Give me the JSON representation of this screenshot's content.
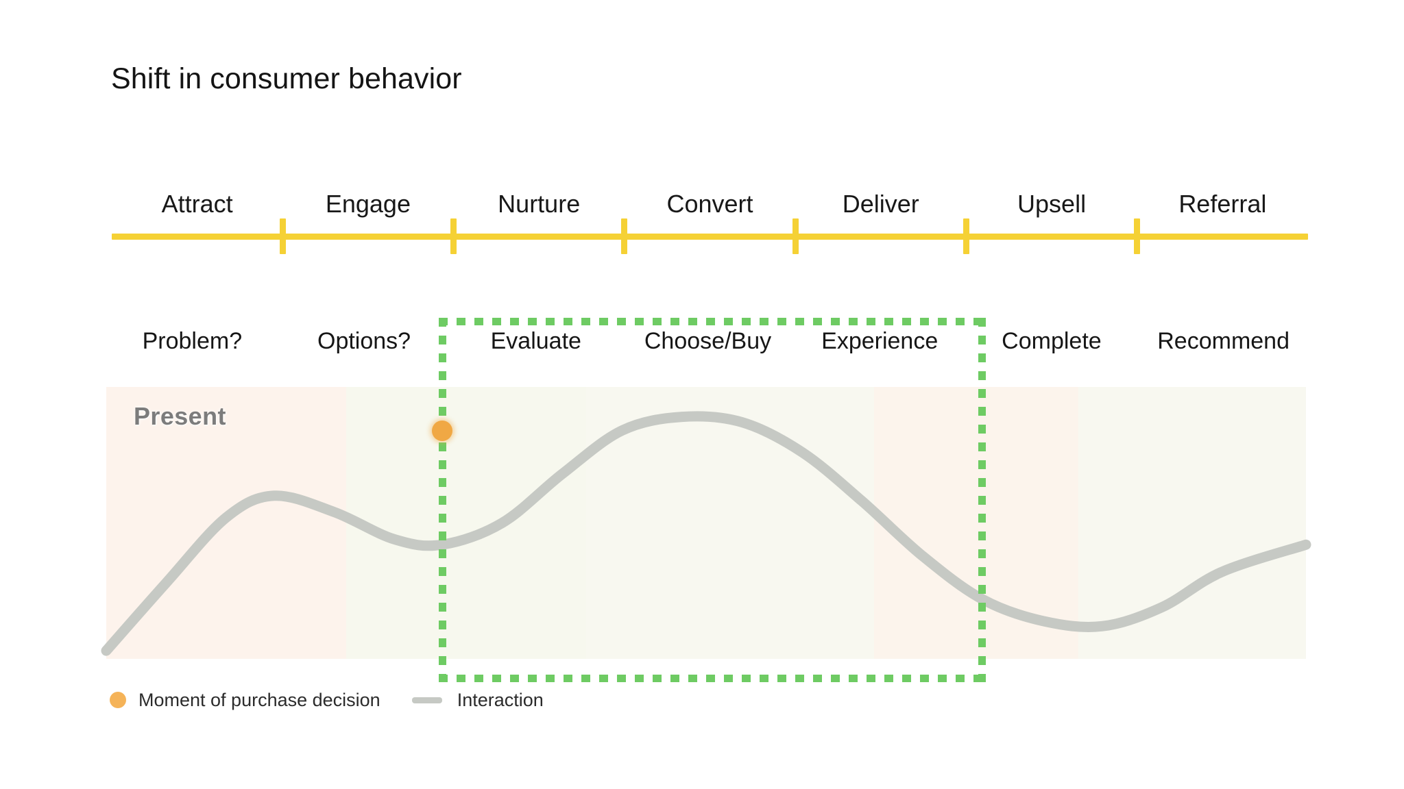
{
  "title": "Shift in consumer behavior",
  "funnel": {
    "axis_color": "#F5D135",
    "stages": [
      {
        "label": "Attract"
      },
      {
        "label": "Engage"
      },
      {
        "label": "Nurture"
      },
      {
        "label": "Convert"
      },
      {
        "label": "Deliver"
      },
      {
        "label": "Upsell"
      },
      {
        "label": "Referral"
      }
    ]
  },
  "journey": {
    "stages": [
      {
        "label": "Problem?"
      },
      {
        "label": "Options?"
      },
      {
        "label": "Evaluate"
      },
      {
        "label": "Choose/Buy"
      },
      {
        "label": "Experience"
      },
      {
        "label": "Complete"
      },
      {
        "label": "Recommend"
      }
    ]
  },
  "chart_annotation": {
    "present_label": "Present",
    "highlight_color": "#6ECB63"
  },
  "legend": {
    "purchase_label": "Moment of purchase decision",
    "purchase_color": "#F5B358",
    "interaction_label": "Interaction",
    "interaction_color": "#C6C9C4"
  },
  "chart_data": {
    "type": "line",
    "title": "Shift in consumer behavior",
    "xlabel": "",
    "ylabel": "Interaction",
    "grid": false,
    "legend_position": "bottom-left",
    "xlim": [
      0,
      100
    ],
    "ylim": [
      0,
      100
    ],
    "series": [
      {
        "name": "Interaction",
        "color": "#C6C9C4",
        "x": [
          0,
          5,
          10,
          14,
          19,
          24,
          28,
          33,
          38,
          43,
          48,
          53,
          58,
          63,
          68,
          73,
          78,
          83,
          88,
          93,
          100
        ],
        "y": [
          3,
          28,
          52,
          60,
          54,
          44,
          42,
          50,
          68,
          84,
          89,
          87,
          76,
          58,
          38,
          22,
          14,
          12,
          19,
          32,
          42
        ]
      }
    ],
    "markers": [
      {
        "name": "Moment of purchase decision",
        "x": 28,
        "y": 84,
        "color": "#F0A844"
      }
    ],
    "annotations": [
      {
        "text": "Present",
        "x": 2,
        "y": 93
      }
    ],
    "highlight_region": {
      "label": "Evaluate / Choose-Buy / Experience",
      "x_start": 28,
      "x_end": 73,
      "border_color": "#6ECB63",
      "border_style": "dotted"
    },
    "background_bands": [
      {
        "x_start": 0,
        "x_end": 20,
        "color": "#FDF3EC"
      },
      {
        "x_start": 20,
        "x_end": 40,
        "color": "#F7F8EE"
      },
      {
        "x_start": 40,
        "x_end": 64,
        "color": "#F8F8F0"
      },
      {
        "x_start": 64,
        "x_end": 81,
        "color": "#FCF4EC"
      },
      {
        "x_start": 81,
        "x_end": 100,
        "color": "#F8F8F0"
      }
    ]
  }
}
